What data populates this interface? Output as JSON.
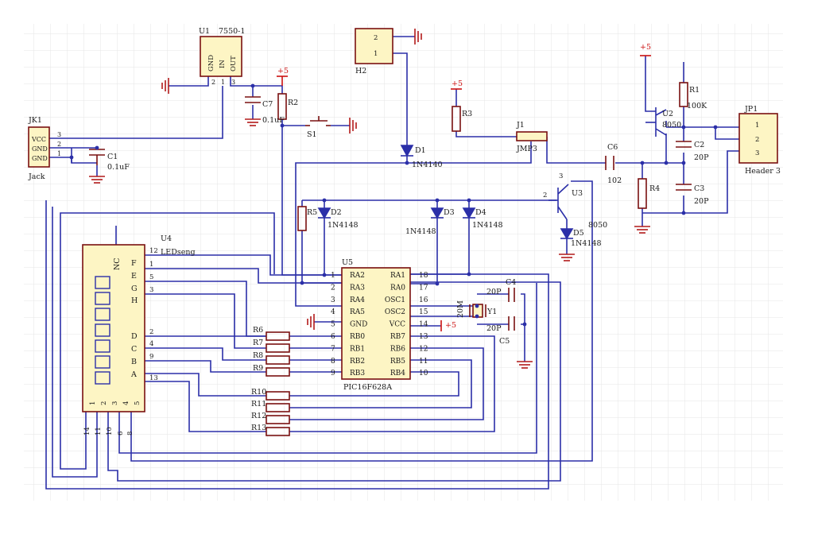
{
  "colors": {
    "wire": "#2b2fa8",
    "part": "#7a1010",
    "body_fill": "#fdf5c4",
    "grid": "#e6e6e6",
    "ground": "#b21a1a",
    "power": "#cc1111"
  },
  "components": {
    "jk1": {
      "ref": "JK1",
      "type": "Jack",
      "pins": [
        "VCC",
        "GND",
        "GND"
      ],
      "pin_numbers": [
        "3",
        "2",
        "1"
      ]
    },
    "u1": {
      "ref": "U1",
      "value": "7550-1",
      "pins": [
        "GND",
        "IN",
        "OUT"
      ],
      "pin_numbers": [
        "2",
        "1",
        "3"
      ]
    },
    "h2": {
      "ref": "H2",
      "pin_numbers": [
        "2",
        "1"
      ]
    },
    "jp1": {
      "ref": "JP1",
      "type": "Header 3",
      "pin_numbers": [
        "1",
        "2",
        "3"
      ]
    },
    "c1": {
      "ref": "C1",
      "value": "0.1uF"
    },
    "c7": {
      "ref": "C7",
      "value": "0.1uF"
    },
    "r2": {
      "ref": "R2"
    },
    "s1": {
      "ref": "S1"
    },
    "d1": {
      "ref": "D1",
      "value": "1N4140"
    },
    "r3": {
      "ref": "R3"
    },
    "j1": {
      "ref": "J1",
      "value": "JMP3"
    },
    "c6": {
      "ref": "C6",
      "value": "102"
    },
    "r1": {
      "ref": "R1",
      "value": "100K"
    },
    "u2": {
      "ref": "U2",
      "value": "8050"
    },
    "c2": {
      "ref": "C2",
      "value": "20P"
    },
    "c3": {
      "ref": "C3",
      "value": "20P"
    },
    "r4": {
      "ref": "R4"
    },
    "r5": {
      "ref": "R5"
    },
    "d2": {
      "ref": "D2",
      "value": "1N4148"
    },
    "d3": {
      "ref": "D3",
      "value": "1N4148"
    },
    "d4": {
      "ref": "D4",
      "value": "1N4148"
    },
    "u3": {
      "ref": "U3",
      "value": "8050",
      "pin_numbers": [
        "3",
        "2"
      ]
    },
    "d5": {
      "ref": "D5",
      "value": "1N4148"
    },
    "u4": {
      "ref": "U4",
      "value": "LEDseng",
      "nc": "NC",
      "segments": [
        "F",
        "E",
        "G",
        "H",
        "D",
        "C",
        "B",
        "A"
      ],
      "seg_pins": [
        "12",
        "1",
        "5",
        "3",
        "2",
        "4",
        "9",
        "13"
      ],
      "bottom_pins": [
        "1",
        "2",
        "3",
        "4",
        "5"
      ],
      "common_pins": [
        "14",
        "11",
        "10",
        "6",
        "8"
      ]
    },
    "u5": {
      "ref": "U5",
      "value": "PIC16F628A",
      "left_pins": [
        "RA2",
        "RA3",
        "RA4",
        "RA5",
        "GND",
        "RB0",
        "RB1",
        "RB2",
        "RB3"
      ],
      "left_numbers": [
        "1",
        "2",
        "3",
        "4",
        "5",
        "6",
        "7",
        "8",
        "9"
      ],
      "right_pins": [
        "RA1",
        "RA0",
        "OSC1",
        "OSC2",
        "VCC",
        "RB7",
        "RB6",
        "RB5",
        "RB4"
      ],
      "right_numbers": [
        "18",
        "17",
        "16",
        "15",
        "14",
        "13",
        "12",
        "11",
        "10"
      ]
    },
    "y1": {
      "ref": "Y1",
      "value": "20M"
    },
    "c4": {
      "ref": "C4",
      "value": "20P"
    },
    "c5": {
      "ref": "C5",
      "value": "20P"
    },
    "resistors_top": [
      "R6",
      "R7",
      "R8",
      "R9"
    ],
    "resistors_bottom": [
      "R10",
      "R11",
      "R12",
      "R13"
    ]
  },
  "power_label": "+5"
}
